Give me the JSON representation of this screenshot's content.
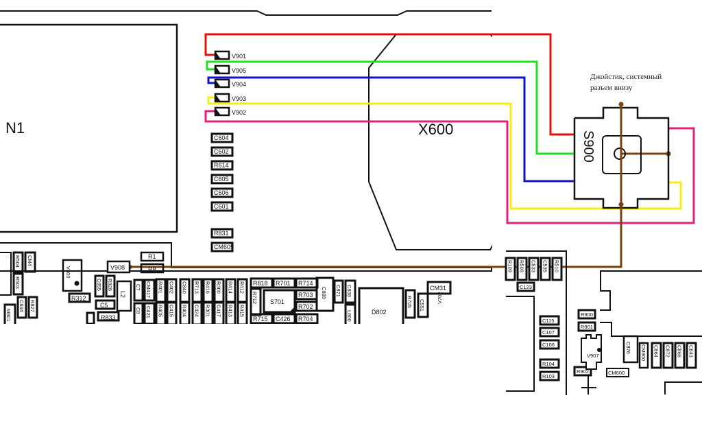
{
  "diagram": {
    "annotation": {
      "line1": "Джойстик, системный",
      "line2": "разъем внизу"
    },
    "components": {
      "n1": "N1",
      "x600": "X600",
      "s900": "S900",
      "d802": "D802",
      "s701": "S701",
      "v907": "V907",
      "v908": "V908",
      "v300": "V300",
      "l2": "L2",
      "cm31": "CM31",
      "c876": "C876",
      "cm800": "CM800",
      "cm600": "CM600"
    },
    "diodes": [
      {
        "ref": "V901",
        "wire_color": "#e01010"
      },
      {
        "ref": "V905",
        "wire_color": "#22dd22"
      },
      {
        "ref": "V904",
        "wire_color": "#1010c8"
      },
      {
        "ref": "V903",
        "wire_color": "#f5ee10"
      },
      {
        "ref": "V902",
        "wire_color": "#e0207a"
      }
    ],
    "center_column_parts": [
      "C604",
      "C602",
      "R614",
      "C605",
      "C606",
      "C601",
      "R831",
      "CM605"
    ],
    "bottom_left_parts": {
      "horizontal": [
        "R1",
        "R8",
        "R312",
        "C5",
        "R833"
      ],
      "vertical": [
        "R504",
        "CM4",
        "R503",
        "C634",
        "R827",
        "M801",
        "C655",
        "R828",
        "C7",
        "C8",
        "CM417",
        "C421"
      ]
    },
    "bottom_mid_parts": {
      "vertical_top": [
        "R401",
        "C402",
        "C840",
        "R713",
        "R416",
        "R300",
        "R414",
        "R412"
      ],
      "vertical_bottom": [
        "R405",
        "C415",
        "R404",
        "C424",
        "R301",
        "C417",
        "R413",
        "R415"
      ],
      "r712": "R712",
      "row_top": [
        "R818",
        "R701",
        "R714"
      ],
      "row_right": [
        "R703",
        "R702"
      ],
      "row_bottom": [
        "R715",
        "C426",
        "R704"
      ],
      "right_parts": [
        "C889",
        "C871",
        "C838",
        "L800",
        "R705",
        "C551",
        "V702"
      ]
    },
    "bottom_right_parts": {
      "top_row": [
        "R109",
        "R508",
        "C533",
        "C535",
        "R510"
      ],
      "small": [
        "C123"
      ],
      "left_column": [
        "C115",
        "C107",
        "C106",
        "R104",
        "R103"
      ],
      "mid": [
        "R900",
        "R901",
        "R902"
      ],
      "caps": [
        "C864",
        "C872",
        "C866",
        "C843"
      ]
    },
    "wire_colors": {
      "red": "#e01010",
      "green": "#22dd22",
      "blue": "#1010c8",
      "yellow": "#f5ee10",
      "magenta": "#e0207a",
      "brown": "#7a4210",
      "outline": "#111111"
    }
  }
}
